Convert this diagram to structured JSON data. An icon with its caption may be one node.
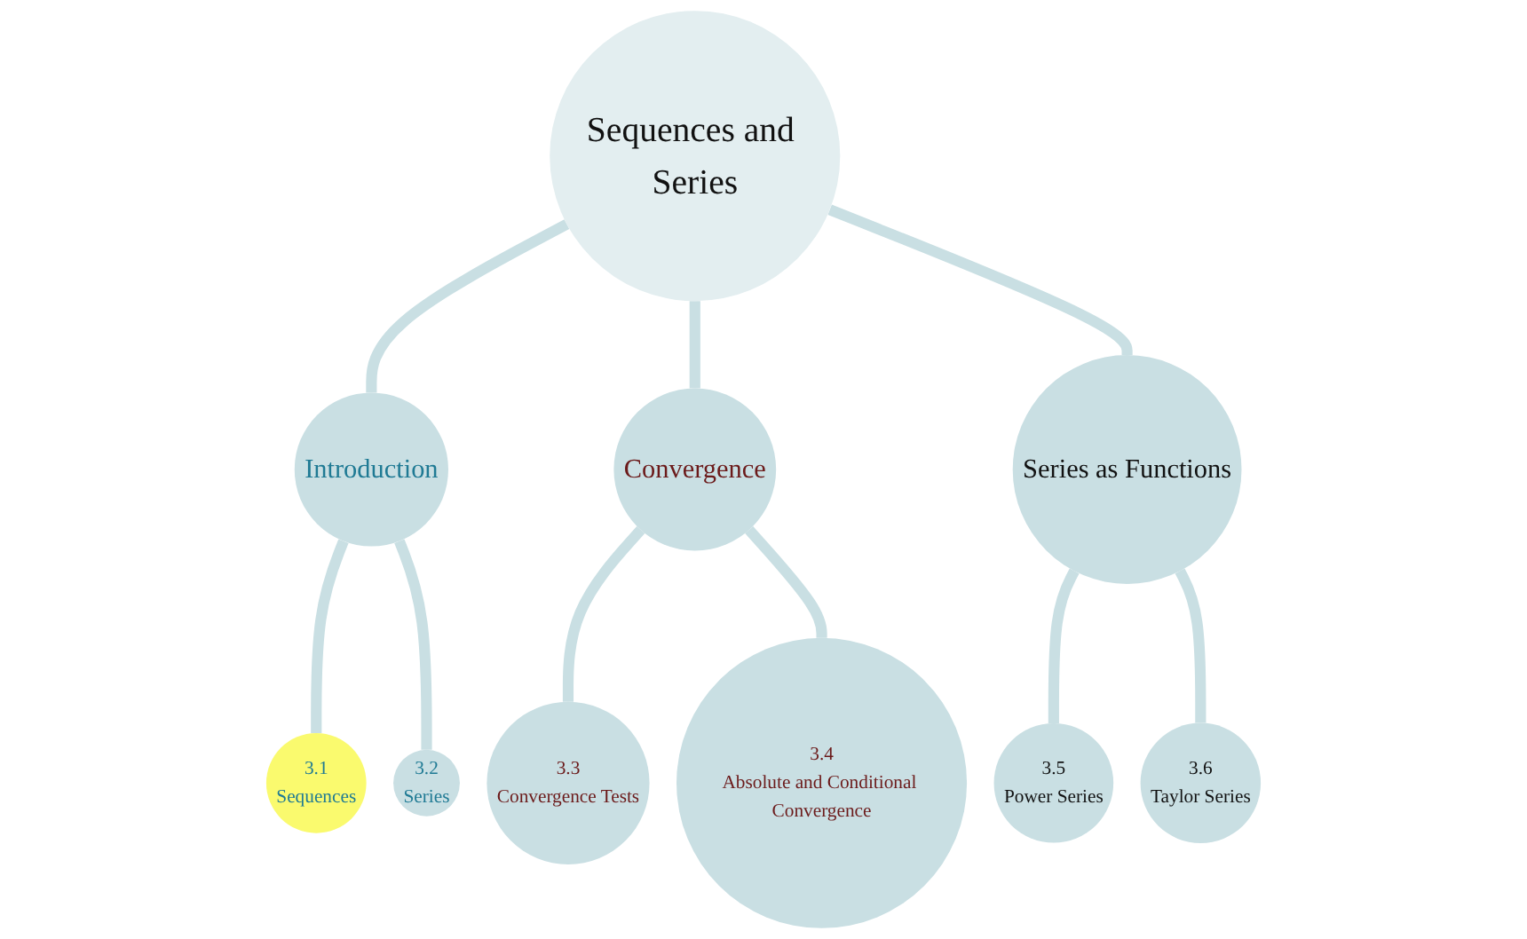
{
  "diagram": {
    "nodes": [
      {
        "text": [
          "Sequences and Series"
        ]
      },
      {
        "text": [
          "Introduction"
        ]
      },
      {
        "text": [
          "Convergence"
        ]
      },
      {
        "text": [
          "Series as Functions"
        ]
      },
      {
        "text": [
          "3.1",
          "Sequences"
        ]
      },
      {
        "text": [
          "3.2",
          "Series"
        ]
      },
      {
        "text": [
          "3.3",
          "Convergence Tests"
        ]
      },
      {
        "text": [
          "3.4",
          "Absolute and Conditional Convergence"
        ]
      },
      {
        "text": [
          "3.5",
          "Power Series"
        ]
      },
      {
        "text": [
          "3.6",
          "Taylor Series"
        ]
      }
    ],
    "edges": [
      {
        "from": 0,
        "to": 1,
        "arrow": "none"
      },
      {
        "from": 0,
        "to": 2,
        "arrow": "none"
      },
      {
        "from": 0,
        "to": 3,
        "arrow": "none"
      },
      {
        "from": 1,
        "to": 4,
        "arrow": "none"
      },
      {
        "from": 1,
        "to": 5,
        "arrow": "none"
      },
      {
        "from": 2,
        "to": 6,
        "arrow": "none"
      },
      {
        "from": 2,
        "to": 7,
        "arrow": "none"
      },
      {
        "from": 3,
        "to": 8,
        "arrow": "none"
      },
      {
        "from": 3,
        "to": 9,
        "arrow": "none"
      }
    ]
  }
}
